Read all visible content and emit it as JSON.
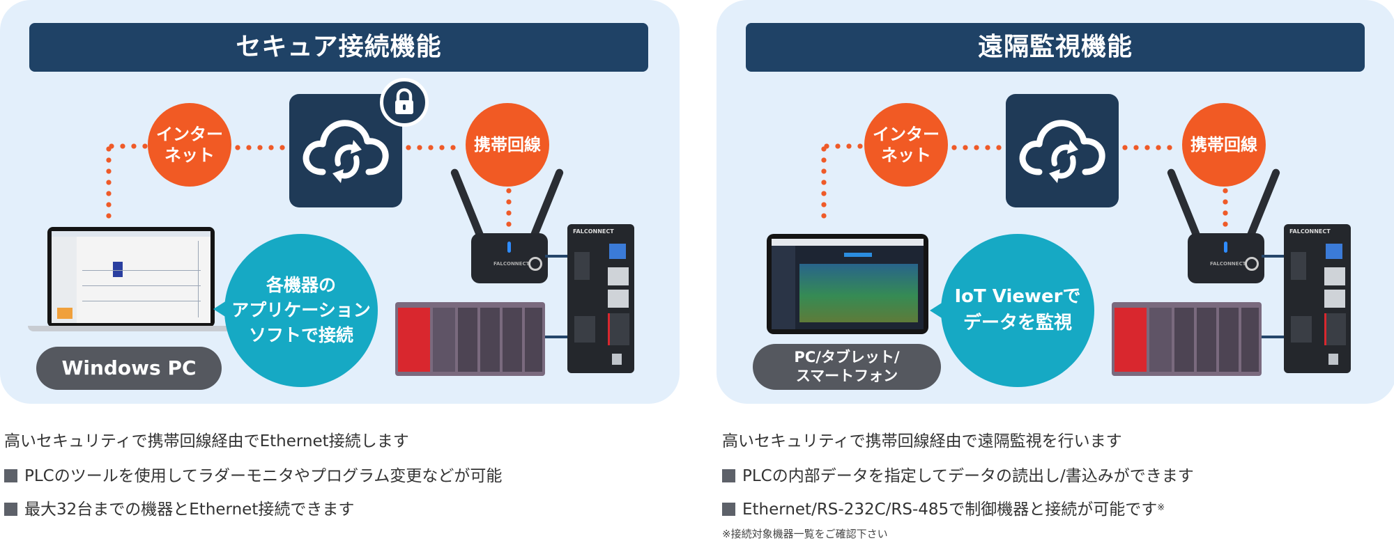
{
  "left_panel": {
    "title": "セキュア接続機能",
    "bubble_internet": [
      "インター",
      "ネット"
    ],
    "bubble_mobile": "携帯回線",
    "teal_lines": [
      "各機器の",
      "アプリケーション",
      "ソフトで接続"
    ],
    "device_label": "Windows PC",
    "gateway_brand": "FALCONNECT",
    "router_brand": "FALCONNECT",
    "description": "高いセキュリティで携帯回線経由でEthernet接続します",
    "bullets": [
      "PLCのツールを使用してラダーモニタやプログラム変更などが可能",
      "最大32台までの機器とEthernet接続できます"
    ]
  },
  "right_panel": {
    "title": "遠隔監視機能",
    "bubble_internet": [
      "インター",
      "ネット"
    ],
    "bubble_mobile": "携帯回線",
    "teal_lines": [
      "IoT Viewerで",
      "データを監視"
    ],
    "device_label": [
      "PC/タブレット/",
      "スマートフォン"
    ],
    "gateway_brand": "FALCONNECT",
    "router_brand": "FALCONNECT",
    "description": "高いセキュリティで携帯回線経由で遠隔監視を行います",
    "bullets": [
      "PLCの内部データを指定してデータの読出し/書込みができます",
      "Ethernet/RS-232C/RS-485で制御機器と接続が可能です"
    ],
    "bullet_mark": "※",
    "note": "※接続対象機器一覧をご確認下さい"
  },
  "colors": {
    "title_bar": "#1f4266",
    "orange": "#f15a24",
    "teal": "#16a9c4",
    "panel_bg": "#e3effb",
    "pill": "#55585f"
  },
  "icons": [
    "cloud-sync-icon",
    "lock-icon",
    "bullet-square-icon"
  ]
}
